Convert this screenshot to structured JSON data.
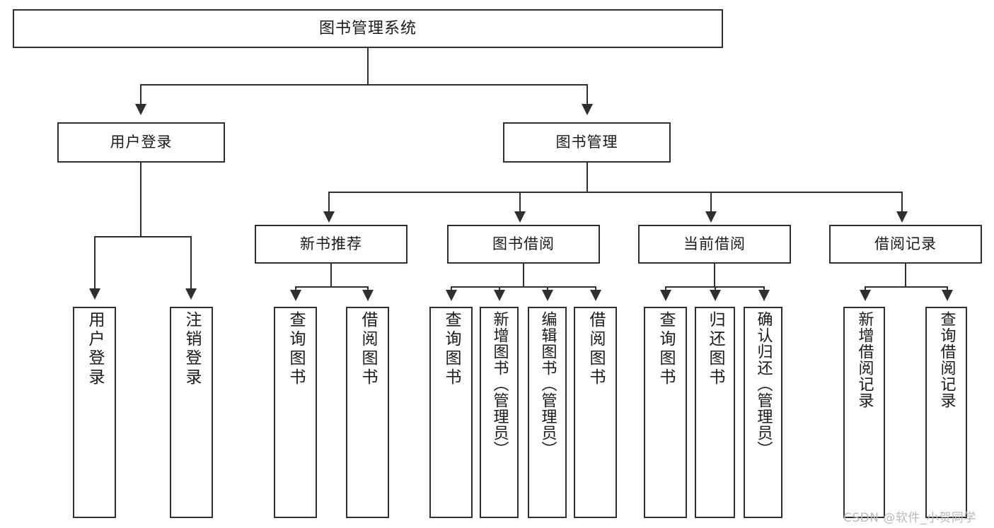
{
  "diagram": {
    "title": "图书管理系统",
    "type": "hierarchy-tree",
    "root": {
      "id": "root",
      "label": "图书管理系统"
    },
    "level2": [
      {
        "id": "user-login",
        "label": "用户登录"
      },
      {
        "id": "book-manage",
        "label": "图书管理"
      }
    ],
    "level3": [
      {
        "id": "new-book-rec",
        "label": "新书推荐"
      },
      {
        "id": "book-borrow",
        "label": "图书借阅"
      },
      {
        "id": "current-borrow",
        "label": "当前借阅"
      },
      {
        "id": "borrow-record",
        "label": "借阅记录"
      }
    ],
    "leaves": {
      "user_login": [
        {
          "id": "leaf-user-login",
          "label": "用户登录"
        },
        {
          "id": "leaf-user-logout",
          "label": "注销登录"
        }
      ],
      "new_book_rec": [
        {
          "id": "leaf-query-book-1",
          "label": "查询图书"
        },
        {
          "id": "leaf-borrow-book-1",
          "label": "借阅图书"
        }
      ],
      "book_borrow": [
        {
          "id": "leaf-query-book-2",
          "label": "查询图书"
        },
        {
          "id": "leaf-add-book",
          "label": "新增图书（管理员）"
        },
        {
          "id": "leaf-edit-book",
          "label": "编辑图书（管理员）"
        },
        {
          "id": "leaf-borrow-book-2",
          "label": "借阅图书"
        }
      ],
      "current_borrow": [
        {
          "id": "leaf-query-book-3",
          "label": "查询图书"
        },
        {
          "id": "leaf-return-book",
          "label": "归还图书"
        },
        {
          "id": "leaf-confirm-return",
          "label": "确认归还（管理员）"
        }
      ],
      "borrow_record": [
        {
          "id": "leaf-add-record",
          "label": "新增借阅记录"
        },
        {
          "id": "leaf-query-record",
          "label": "查询借阅记录"
        }
      ]
    }
  },
  "watermark": {
    "text": "CSDN @软件_小贺同学"
  },
  "colors": {
    "border": "#2f2f2f",
    "background": "#ffffff",
    "text": "#1a1a1a",
    "watermark": "#b9b9b9"
  }
}
